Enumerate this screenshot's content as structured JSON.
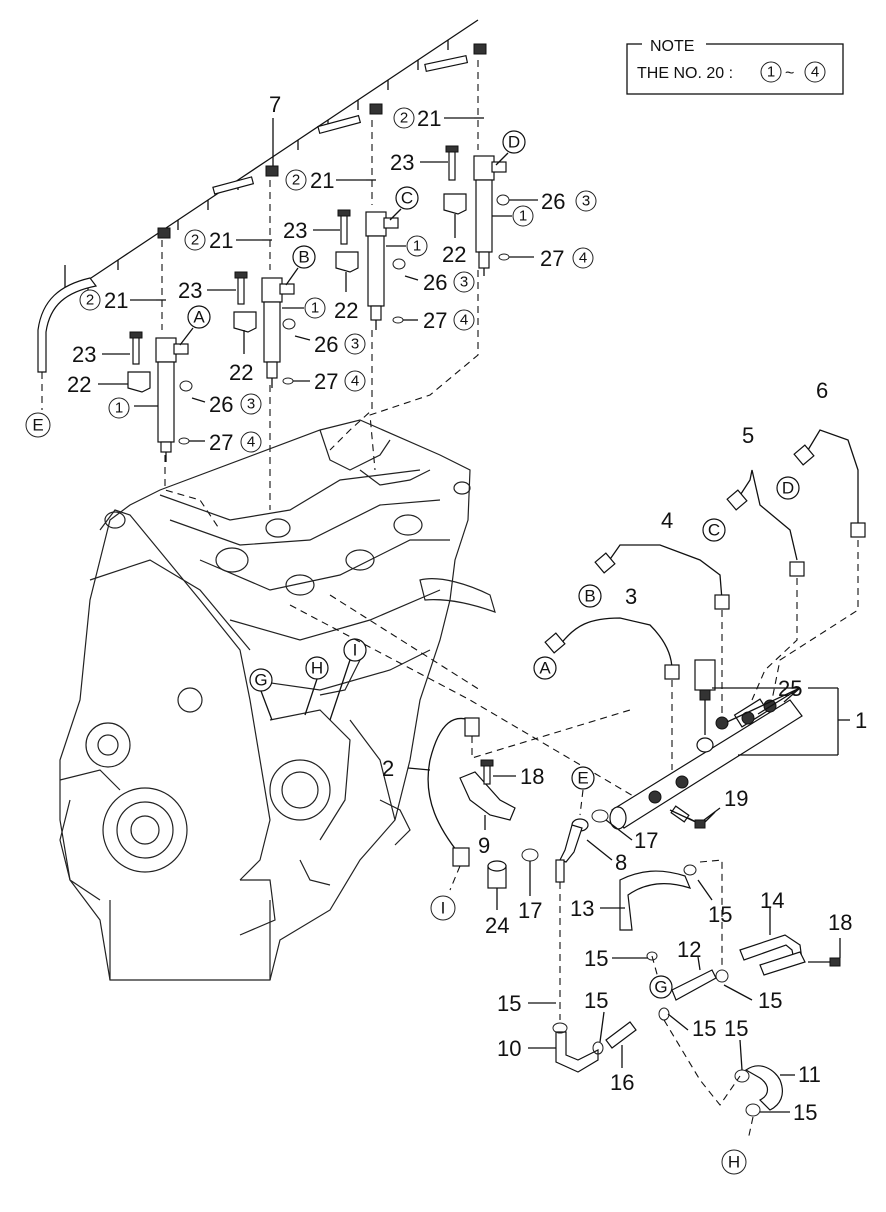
{
  "note": {
    "title": "NOTE",
    "line_prefix": "THE NO. 20 :",
    "range_start": "1",
    "tilde": "~",
    "range_end": "4"
  },
  "parts": {
    "p1": "1",
    "p2": "2",
    "p3": "3",
    "p4": "4",
    "p5": "5",
    "p6": "6",
    "p7": "7",
    "p8": "8",
    "p9": "9",
    "p10": "10",
    "p11": "11",
    "p12": "12",
    "p13": "13",
    "p14": "14",
    "p15": "15",
    "p16": "16",
    "p17": "17",
    "p18": "18",
    "p19": "19",
    "p21": "21",
    "p22": "22",
    "p23": "23",
    "p24": "24",
    "p25": "25",
    "p26": "26",
    "p27": "27"
  },
  "circled": {
    "c1": "1",
    "c2": "2",
    "c3": "3",
    "c4": "4"
  },
  "connectors": {
    "A": "A",
    "B": "B",
    "C": "C",
    "D": "D",
    "E": "E",
    "G": "G",
    "H": "H",
    "I": "I"
  }
}
